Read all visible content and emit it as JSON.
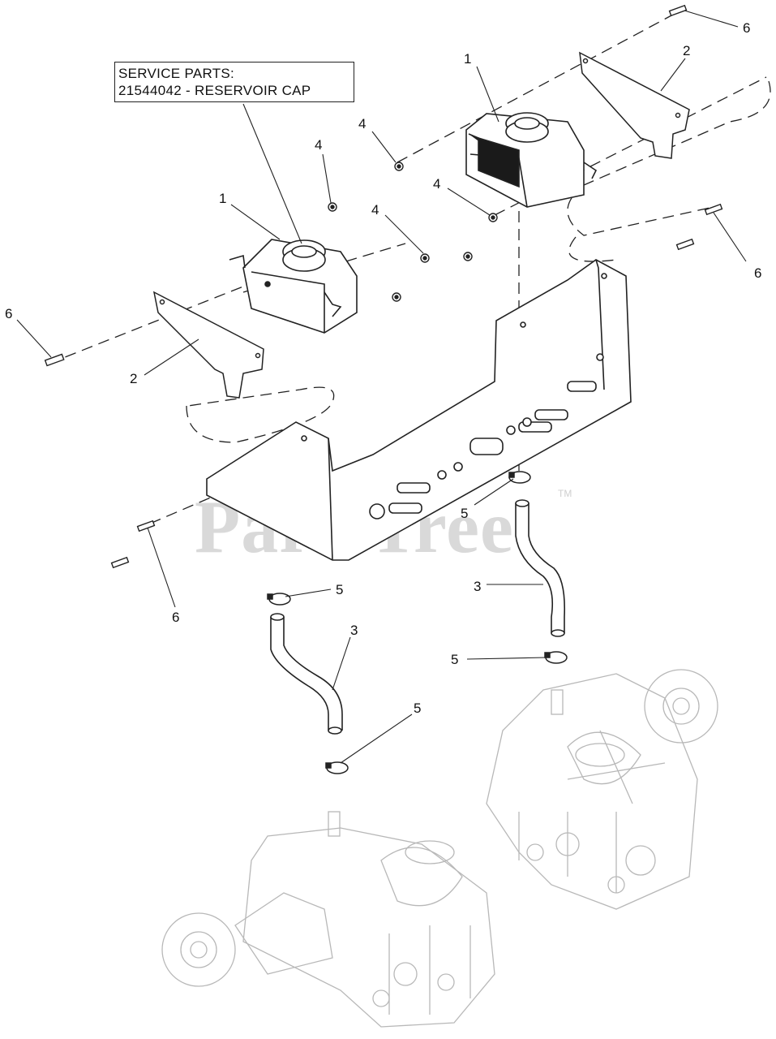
{
  "service_box": {
    "line1": "SERVICE PARTS:",
    "line2": "21544042 - RESERVOIR CAP"
  },
  "watermark": {
    "text": "PartsTree",
    "tm": "TM"
  },
  "callouts": {
    "c1a": "1",
    "c1b": "1",
    "c2a": "2",
    "c2b": "2",
    "c3a": "3",
    "c3b": "3",
    "c4a": "4",
    "c4b": "4",
    "c4c": "4",
    "c4d": "4",
    "c5a": "5",
    "c5b": "5",
    "c5c": "5",
    "c5d": "5",
    "c6a": "6",
    "c6b": "6",
    "c6c": "6",
    "c6d": "6"
  }
}
